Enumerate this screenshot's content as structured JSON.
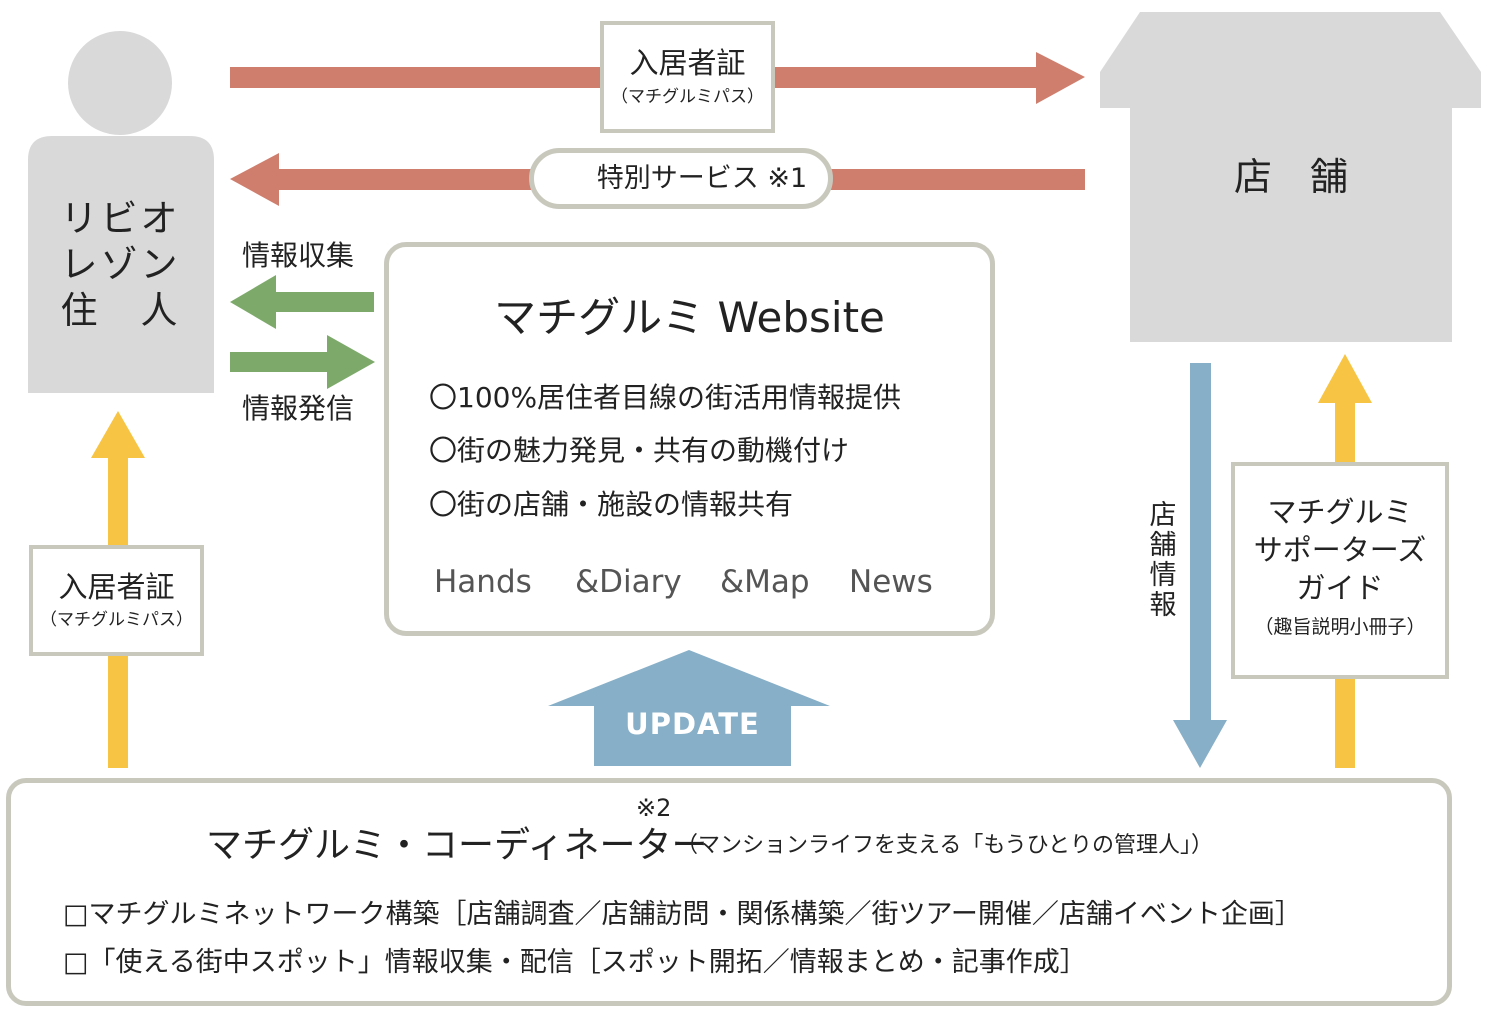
{
  "resident": {
    "label_lines": [
      "リビオ",
      "レゾン",
      "住　人"
    ],
    "color": "#d9d9d9"
  },
  "store": {
    "label": "店　舗",
    "color": "#d9d9d9"
  },
  "pass_top": {
    "title": "入居者証",
    "sub": "（マチグルミパス）"
  },
  "special_service": {
    "label": "特別サービス ※1"
  },
  "info_collect": {
    "label": "情報収集"
  },
  "info_send": {
    "label": "情報発信"
  },
  "website": {
    "title": "マチグルミ Website",
    "items": [
      "〇100%居住者目線の街活用情報提供",
      "〇街の魅力発見・共有の動機付け",
      "〇街の店舗・施設の情報共有"
    ],
    "nav": [
      "Hands",
      "&Diary",
      "&Map",
      "News"
    ]
  },
  "update": {
    "label": "UPDATE",
    "color": "#87afc7"
  },
  "pass_left": {
    "title": "入居者証",
    "sub": "（マチグルミパス）"
  },
  "store_info": {
    "label": "店舗情報",
    "color": "#87afc7"
  },
  "supporters_guide": {
    "lines": [
      "マチグルミ",
      "サポーターズ",
      "ガイド"
    ],
    "sub": "（趣旨説明小冊子）"
  },
  "coordinator": {
    "note": "※2",
    "title": "マチグルミ・コーディネーター",
    "subtitle": "（マンションライフを支える「もうひとりの管理人」）",
    "items": [
      "□マチグルミネットワーク構築［店舗調査／店舗訪問・関係構築／街ツアー開催／店舗イベント企画］",
      "□「使える街中スポット」情報収集・配信［スポット開拓／情報まとめ・記事作成］"
    ]
  },
  "colors": {
    "red_arrow": "#cf7e6e",
    "green_arrow": "#7daa6b",
    "yellow_arrow": "#f7c443",
    "border": "#c9c8bd"
  }
}
